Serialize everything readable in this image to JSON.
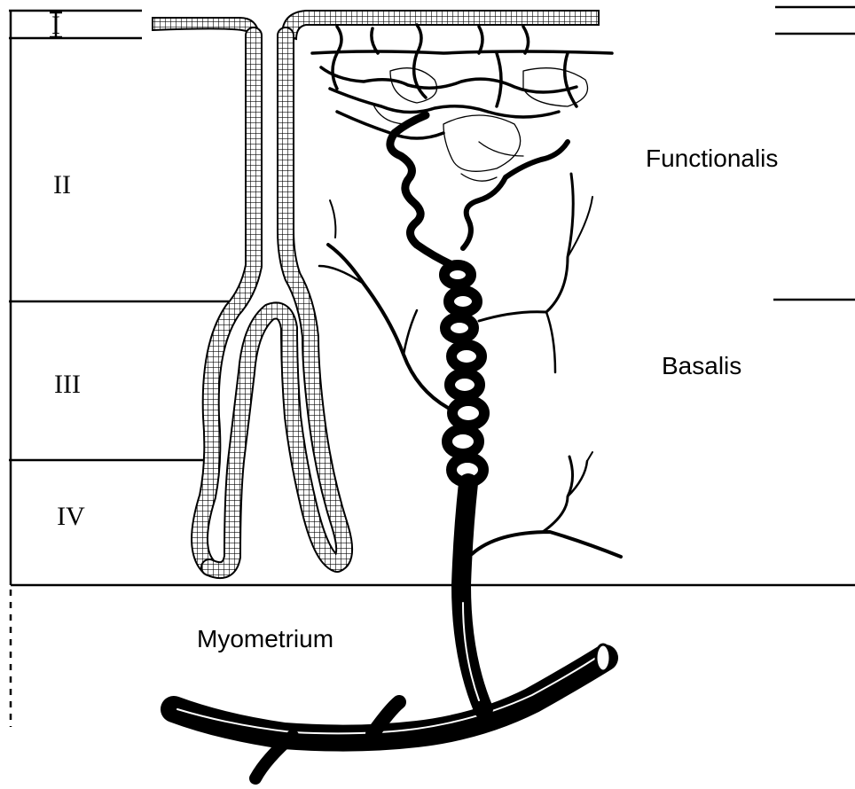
{
  "zones": {
    "zone_1": "I",
    "zone_2": "II",
    "zone_3": "III",
    "zone_4": "IV"
  },
  "layers": {
    "functionalis": "Functionalis",
    "basalis": "Basalis",
    "myometrium": "Myometrium"
  },
  "colors": {
    "ink": "#000000",
    "background": "#ffffff"
  }
}
